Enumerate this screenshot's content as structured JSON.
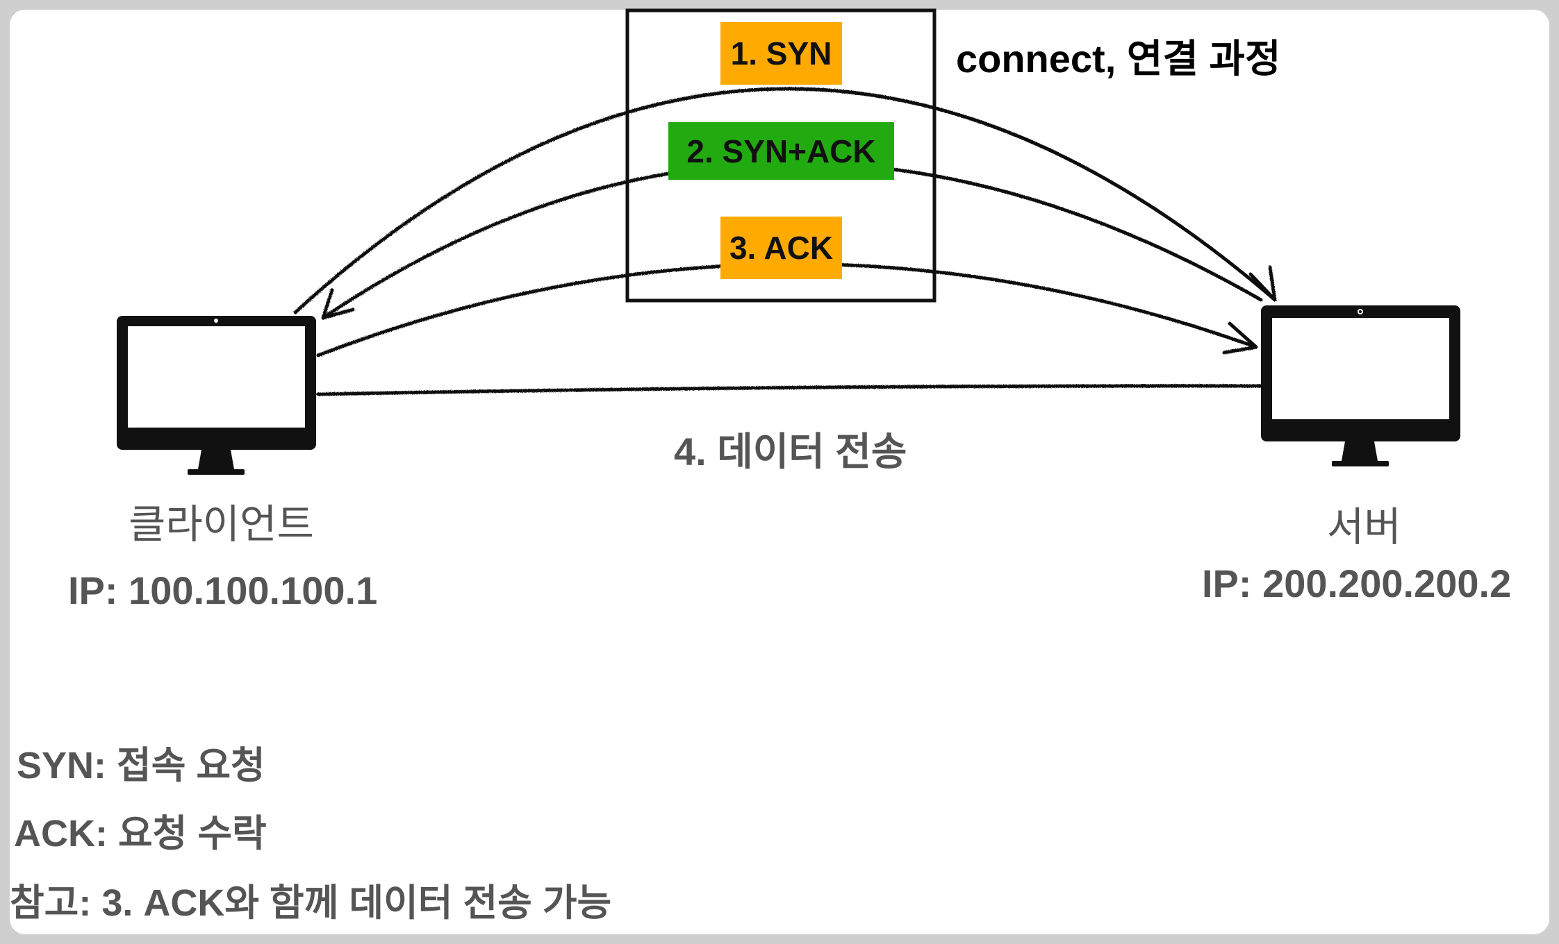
{
  "connect_label": "connect, 연결 과정",
  "steps": [
    {
      "label": "1. SYN",
      "color": "#FFAA00"
    },
    {
      "label": "2. SYN+ACK",
      "color": "#22AA11"
    },
    {
      "label": "3. ACK",
      "color": "#FFAA00"
    }
  ],
  "data_transfer_label": "4. 데이터 전송",
  "client": {
    "name": "클라이언트",
    "ip": "IP: 100.100.100.1"
  },
  "server": {
    "name": "서버",
    "ip": "IP: 200.200.200.2"
  },
  "notes": [
    "SYN: 접속 요청",
    "ACK: 요청 수락",
    "참고: 3. ACK와 함께 데이터 전송 가능"
  ],
  "colors": {
    "text_gray": "#555555",
    "stroke": "#111111",
    "background": "#FFFFFF"
  }
}
